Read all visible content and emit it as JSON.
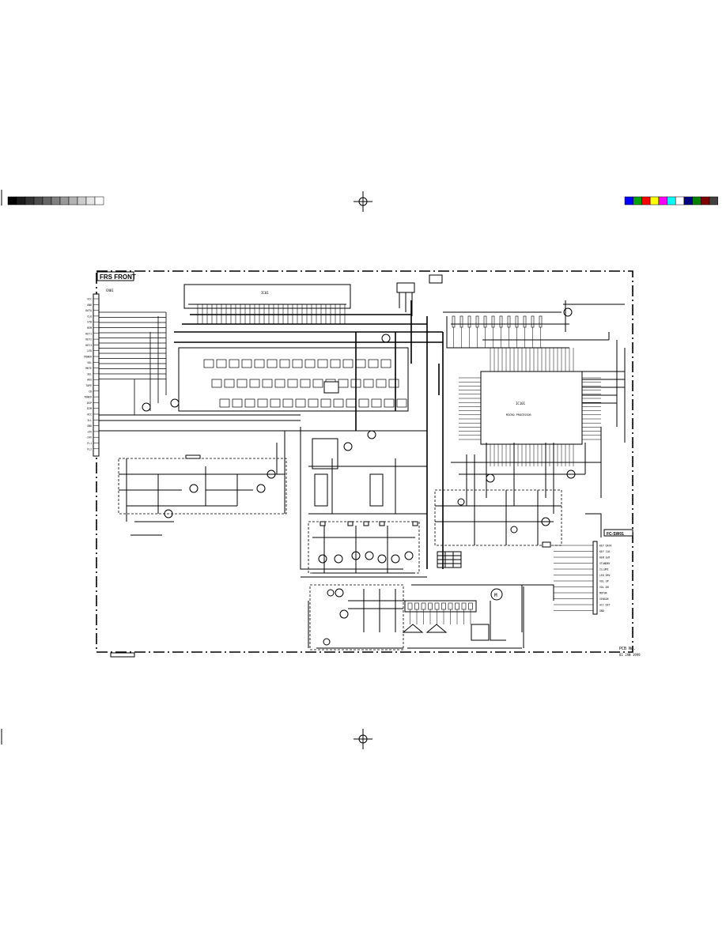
{
  "registration": {
    "gray_scale": [
      "#000000",
      "#1a1a1a",
      "#333333",
      "#4d4d4d",
      "#666666",
      "#808080",
      "#999999",
      "#b3b3b3",
      "#cccccc",
      "#e6e6e6",
      "#ffffff"
    ],
    "color_bar": [
      "#0000ff",
      "#00a000",
      "#ff0000",
      "#ffff00",
      "#ff00ff",
      "#00ffff",
      "#ffffff",
      "#000080",
      "#008000",
      "#800000",
      "#404040"
    ]
  },
  "schematic": {
    "board_title": "FRS FRONT",
    "ic_label": "IC01",
    "connector_label": "CN01",
    "footer_label": "01 JAN 1999",
    "footer_code": "PCB No.",
    "sheet_tag": "FC-SW01",
    "pin_labels": [
      "VCC",
      "GND",
      "DATA",
      "CLK",
      "STB",
      "REM",
      "KEY1",
      "KEY2",
      "KEY3",
      "LED",
      "POWER",
      "VOL",
      "MUTE",
      "SEL",
      "AUX",
      "TAPE",
      "CD",
      "TUNER",
      "DSP",
      "DIM",
      "ACC",
      "ILL",
      "GND",
      "+5V",
      "-24V",
      "FL1",
      "FL2"
    ],
    "right_pin_labels": [
      "KEY DATA",
      "KEY CLK",
      "REM OUT",
      "STANDBY",
      "ILLUMI",
      "LED DRV",
      "VOL UP",
      "VOL DN",
      "MOTOR",
      "SENSOR",
      "ACC DET",
      "GND"
    ]
  }
}
